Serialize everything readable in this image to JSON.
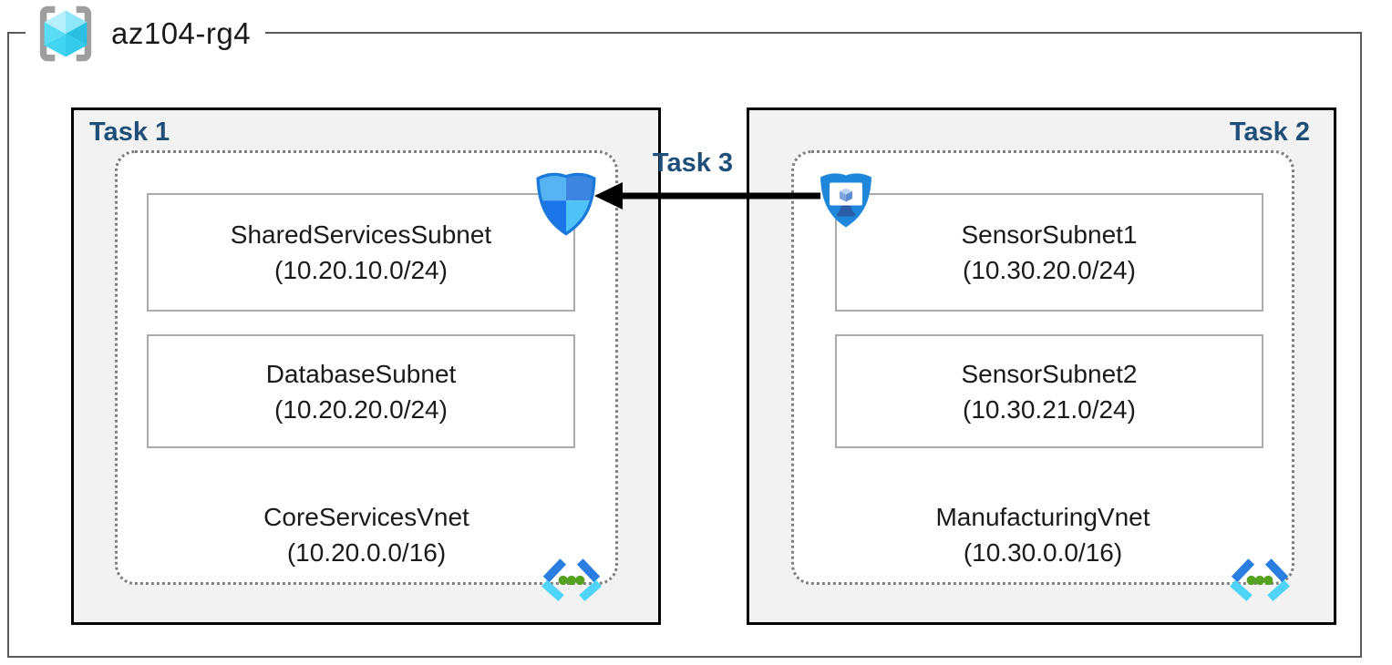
{
  "resource_group": {
    "name": "az104-rg4"
  },
  "labels": {
    "task1": "Task 1",
    "task2": "Task 2",
    "task3": "Task 3"
  },
  "vnets": [
    {
      "name": "CoreServicesVnet",
      "cidr": "(10.20.0.0/16)",
      "subnets": [
        {
          "name": "SharedServicesSubnet",
          "cidr": "(10.20.10.0/24)"
        },
        {
          "name": "DatabaseSubnet",
          "cidr": "(10.20.20.0/24)"
        }
      ]
    },
    {
      "name": "ManufacturingVnet",
      "cidr": "(10.30.0.0/16)",
      "subnets": [
        {
          "name": "SensorSubnet1",
          "cidr": "(10.30.20.0/24)"
        },
        {
          "name": "SensorSubnet2",
          "cidr": "(10.30.21.0/24)"
        }
      ]
    }
  ],
  "icons": {
    "resource_group": "resource-group-brackets-cube-icon",
    "virtual_network": "virtual-network-chevrons-icon",
    "security_shield": "network-security-shield-icon",
    "device_security": "defender-monitor-shield-icon"
  },
  "colors": {
    "accent_text": "#1F4E79",
    "task_fill": "#F2F2F2",
    "task_border": "#000000",
    "outer_border": "#595959",
    "dotted_border": "#7F7F7F",
    "subnet_border": "#ABABAB",
    "arrow": "#000000",
    "shield_quadrants": [
      "#58B3F2",
      "#3C86E0",
      "#1B74E8",
      "#4FC3F7"
    ],
    "vnet_chevron_blue": "#2A7DE1",
    "vnet_chevron_cyan": "#4FD4F7",
    "vnet_dot_green": "#57A121",
    "monitor_shield_blue": "#1E87DC",
    "rg_cube_cyan": "#50E6FF",
    "rg_bracket_gray": "#9E9E9E"
  }
}
